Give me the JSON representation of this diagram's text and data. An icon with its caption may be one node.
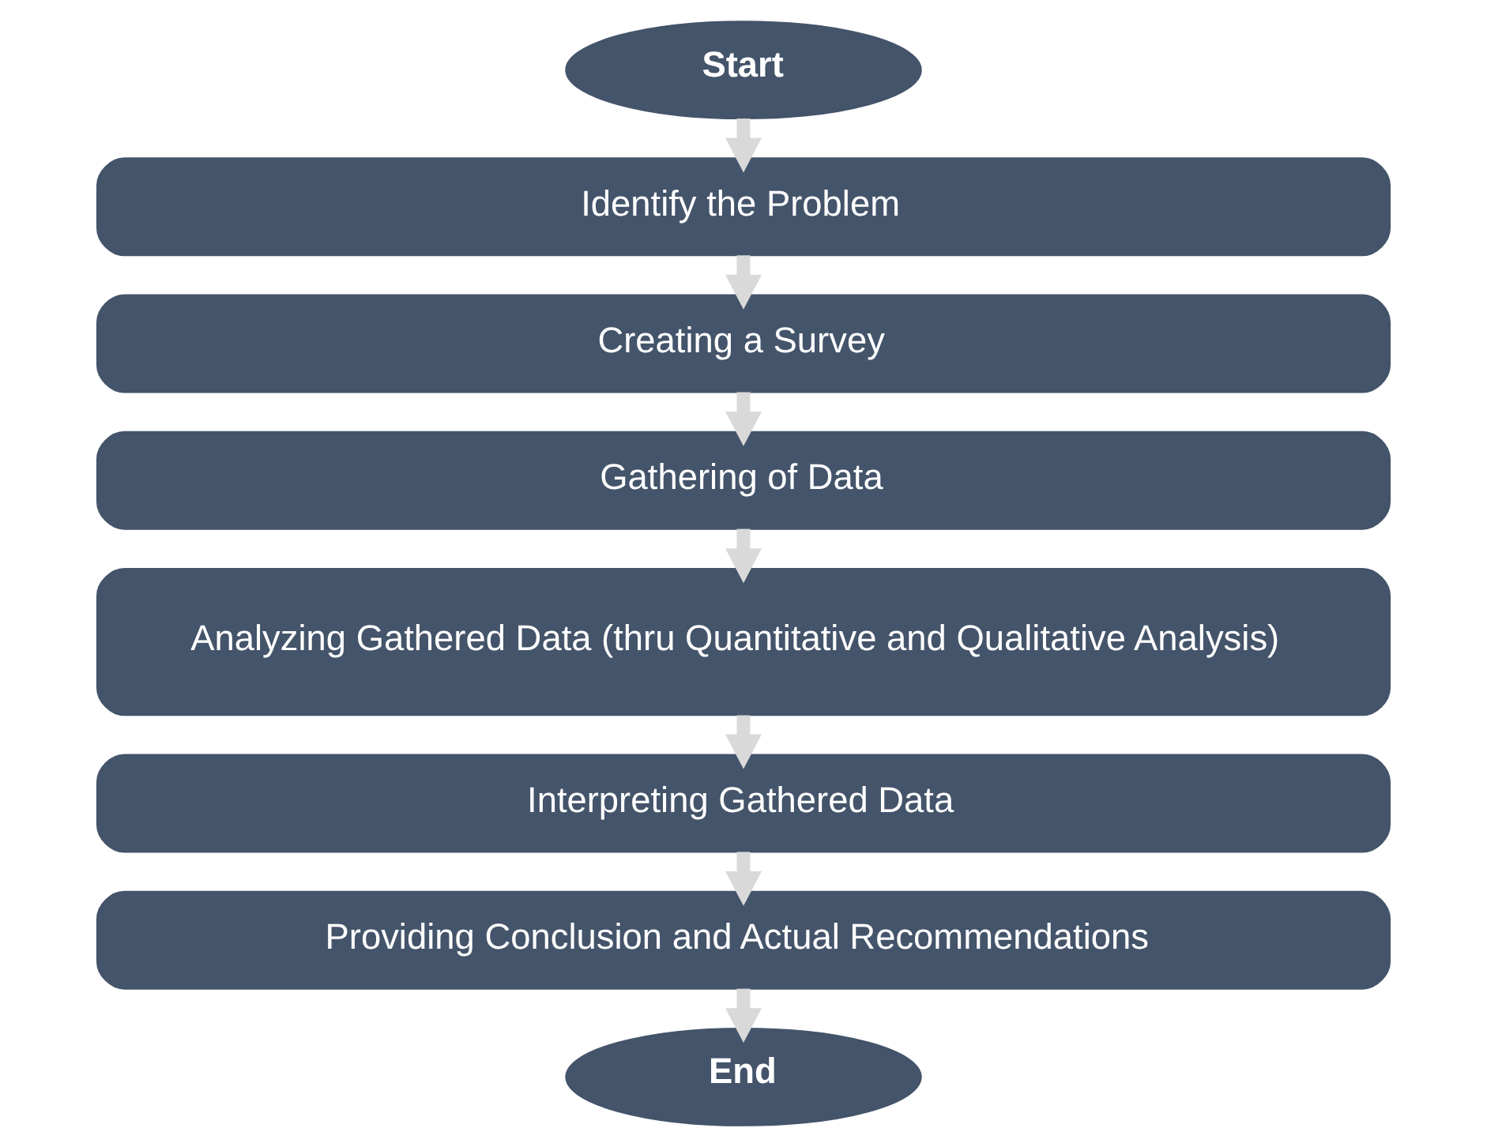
{
  "diagram": {
    "nodes": [
      {
        "text": [
          "Start"
        ]
      },
      {
        "text": [
          "Identify the Problem"
        ]
      },
      {
        "text": [
          "Creating a Survey"
        ]
      },
      {
        "text": [
          "Gathering of Data"
        ]
      },
      {
        "text": [
          "Analyzing Gathered Data (thru Quantitative and Qualitative Analysis)"
        ]
      },
      {
        "text": [
          "Interpreting Gathered Data"
        ]
      },
      {
        "text": [
          "Providing Conclusion and Actual Recommendations"
        ]
      },
      {
        "text": [
          "End"
        ]
      }
    ],
    "edges": [
      {
        "from": 0,
        "to": 1,
        "arrow": "to"
      },
      {
        "from": 1,
        "to": 2,
        "arrow": "to"
      },
      {
        "from": 2,
        "to": 3,
        "arrow": "to"
      },
      {
        "from": 3,
        "to": 4,
        "arrow": "to"
      },
      {
        "from": 4,
        "to": 5,
        "arrow": "to"
      },
      {
        "from": 5,
        "to": 6,
        "arrow": "to"
      },
      {
        "from": 6,
        "to": 7,
        "arrow": "to"
      }
    ]
  }
}
